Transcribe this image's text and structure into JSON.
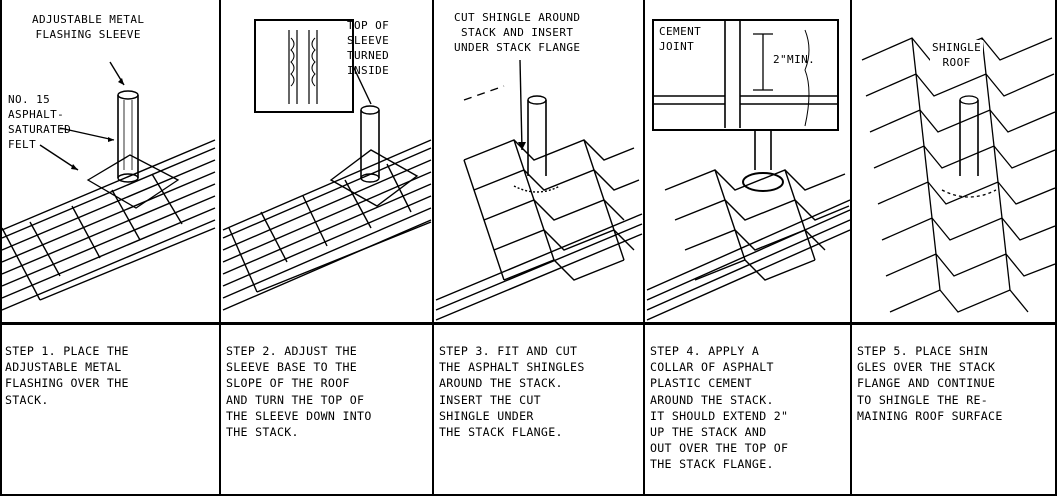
{
  "panels": [
    {
      "labels": [
        "ADJUSTABLE METAL\nFLASHING SLEEVE",
        "NO. 15\nASPHALT-\nSATURATED\nFELT"
      ],
      "caption": "STEP 1. PLACE THE\nADJUSTABLE METAL\nFLASHING OVER THE\nSTACK."
    },
    {
      "labels": [
        "TOP OF\nSLEEVE\nTURNED\nINSIDE"
      ],
      "caption": "STEP 2. ADJUST THE\nSLEEVE BASE TO THE\nSLOPE OF THE ROOF\nAND TURN THE TOP OF\nTHE SLEEVE DOWN INTO\nTHE STACK."
    },
    {
      "labels": [
        "CUT SHINGLE AROUND\nSTACK AND INSERT\nUNDER STACK FLANGE"
      ],
      "caption": "STEP 3. FIT AND CUT\nTHE ASPHALT SHINGLES\nAROUND THE STACK.\nINSERT THE CUT\nSHINGLE UNDER\nTHE STACK FLANGE."
    },
    {
      "labels": [
        "CEMENT\nJOINT",
        "2\"MIN."
      ],
      "caption": "STEP 4. APPLY A\nCOLLAR OF ASPHALT\nPLASTIC CEMENT\nAROUND THE STACK.\nIT SHOULD EXTEND 2\"\nUP THE STACK AND\nOUT OVER THE TOP OF\nTHE STACK FLANGE."
    },
    {
      "labels": [
        "SHINGLE\nROOF"
      ],
      "caption": "STEP 5. PLACE SHIN\nGLES OVER THE STACK\nFLANGE AND CONTINUE\nTO SHINGLE THE RE-\nMAINING ROOF SURFACE"
    }
  ]
}
